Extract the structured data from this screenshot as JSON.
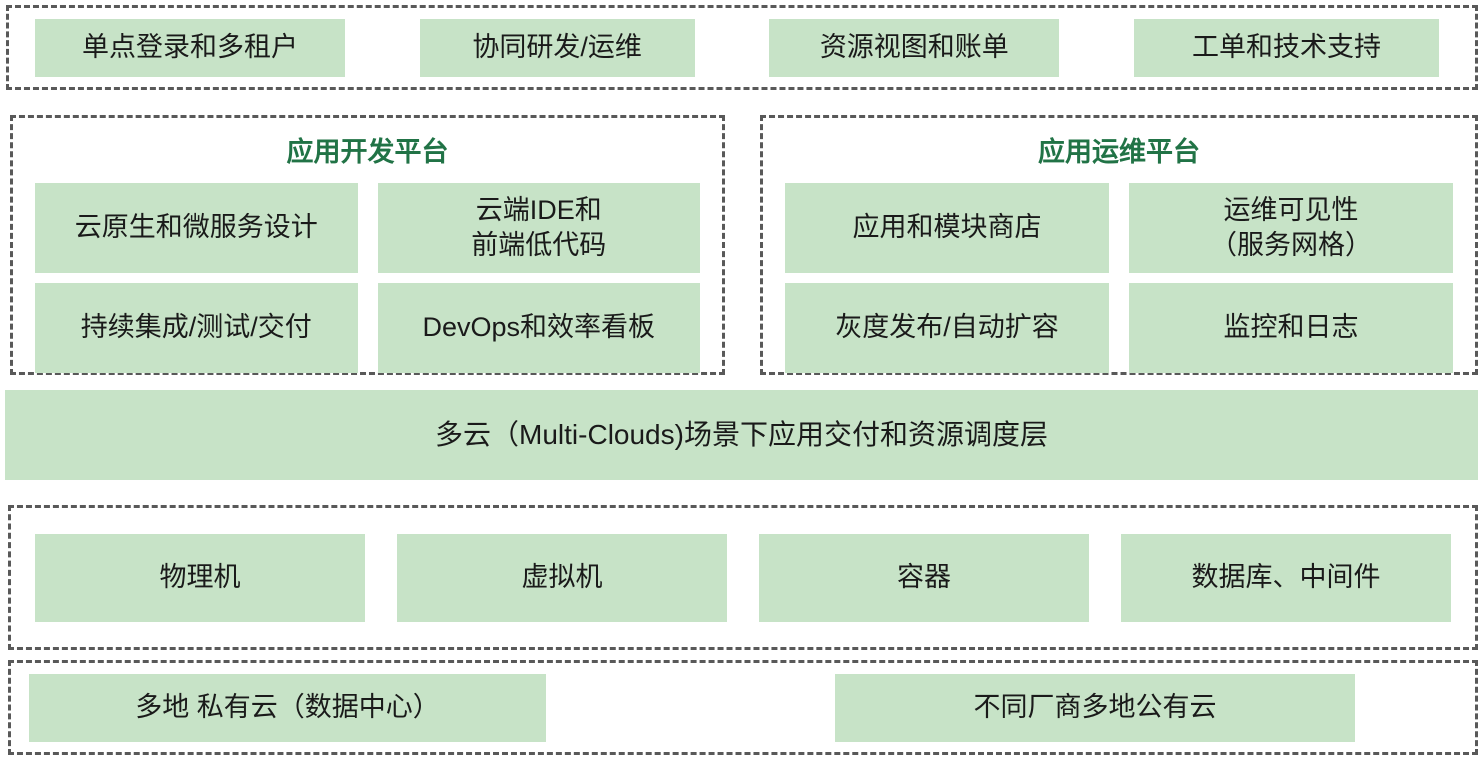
{
  "top_services": {
    "items": [
      {
        "label": "单点登录和多租户"
      },
      {
        "label": "协同研发/运维"
      },
      {
        "label": "资源视图和账单"
      },
      {
        "label": "工单和技术支持"
      }
    ]
  },
  "dev_platform": {
    "title": "应用开发平台",
    "items": [
      {
        "label": "云原生和微服务设计"
      },
      {
        "label": "云端IDE和\n前端低代码"
      },
      {
        "label": "持续集成/测试/交付"
      },
      {
        "label": "DevOps和效率看板"
      }
    ]
  },
  "ops_platform": {
    "title": "应用运维平台",
    "items": [
      {
        "label": "应用和模块商店"
      },
      {
        "label": "运维可见性\n（服务网格）"
      },
      {
        "label": "灰度发布/自动扩容"
      },
      {
        "label": "监控和日志"
      }
    ]
  },
  "scheduling_layer": {
    "label": "多云（Multi-Clouds)场景下应用交付和资源调度层"
  },
  "infrastructure": {
    "items": [
      {
        "label": "物理机"
      },
      {
        "label": "虚拟机"
      },
      {
        "label": "容器"
      },
      {
        "label": "数据库、中间件"
      }
    ]
  },
  "clouds": {
    "items": [
      {
        "label": "多地 私有云（数据中心）"
      },
      {
        "label": "不同厂商多地公有云"
      }
    ]
  },
  "colors": {
    "box_fill": "#c7e3c7",
    "title_green": "#217346",
    "border_dash": "#595959",
    "text": "#1a1a1a",
    "background": "#ffffff"
  }
}
